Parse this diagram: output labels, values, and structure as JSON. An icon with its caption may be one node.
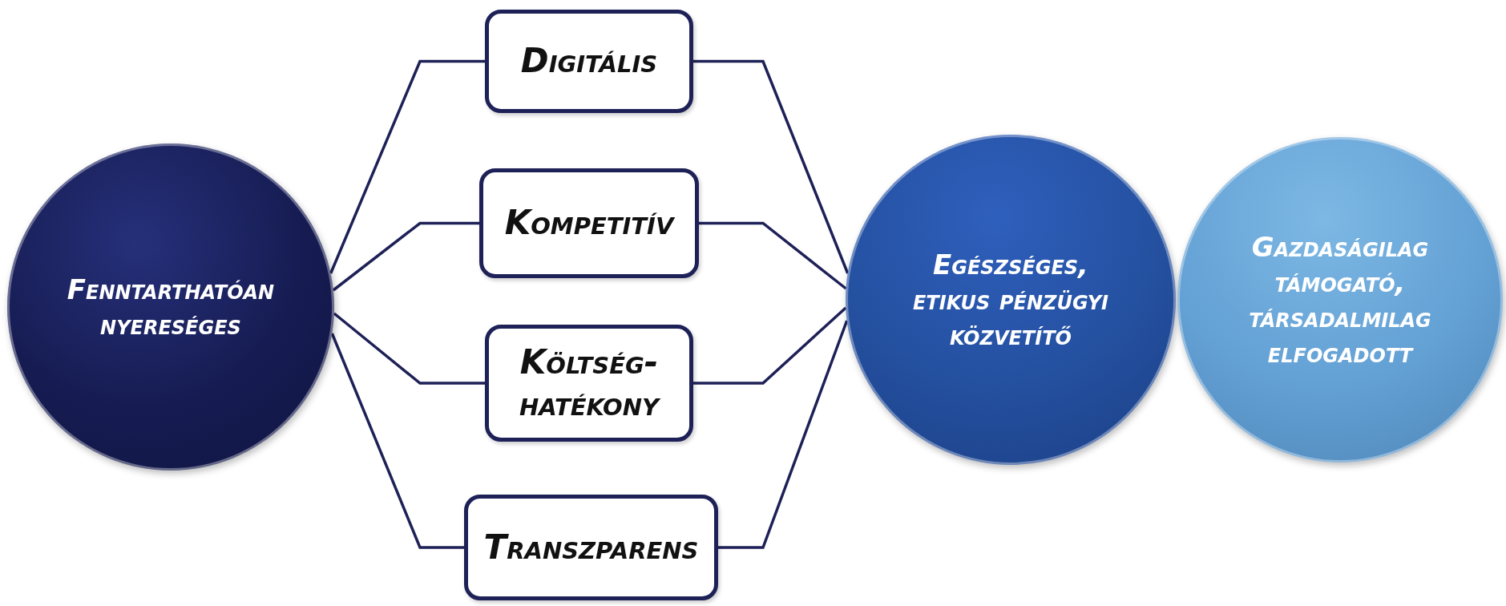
{
  "diagram": {
    "nodes": [
      {
        "text": [
          "Fenntarthatóan nyereséges"
        ]
      },
      {
        "text": [
          "Digitális"
        ]
      },
      {
        "text": [
          "Kompetitív"
        ]
      },
      {
        "text": [
          "Költség- hatékony"
        ]
      },
      {
        "text": [
          "Transzparens"
        ]
      },
      {
        "text": [
          "Egészséges, etikus pénzügyi közvetítő"
        ]
      },
      {
        "text": [
          "Gazdaságilag támogató, társadalmilag elfogadott"
        ]
      }
    ],
    "edges": [
      {
        "from": 0,
        "to": 1,
        "arrow": "none"
      },
      {
        "from": 0,
        "to": 2,
        "arrow": "none"
      },
      {
        "from": 0,
        "to": 3,
        "arrow": "none"
      },
      {
        "from": 0,
        "to": 4,
        "arrow": "none"
      },
      {
        "from": 1,
        "to": 5,
        "arrow": "none"
      },
      {
        "from": 2,
        "to": 5,
        "arrow": "none"
      },
      {
        "from": 3,
        "to": 5,
        "arrow": "none"
      },
      {
        "from": 4,
        "to": 5,
        "arrow": "none"
      }
    ]
  }
}
